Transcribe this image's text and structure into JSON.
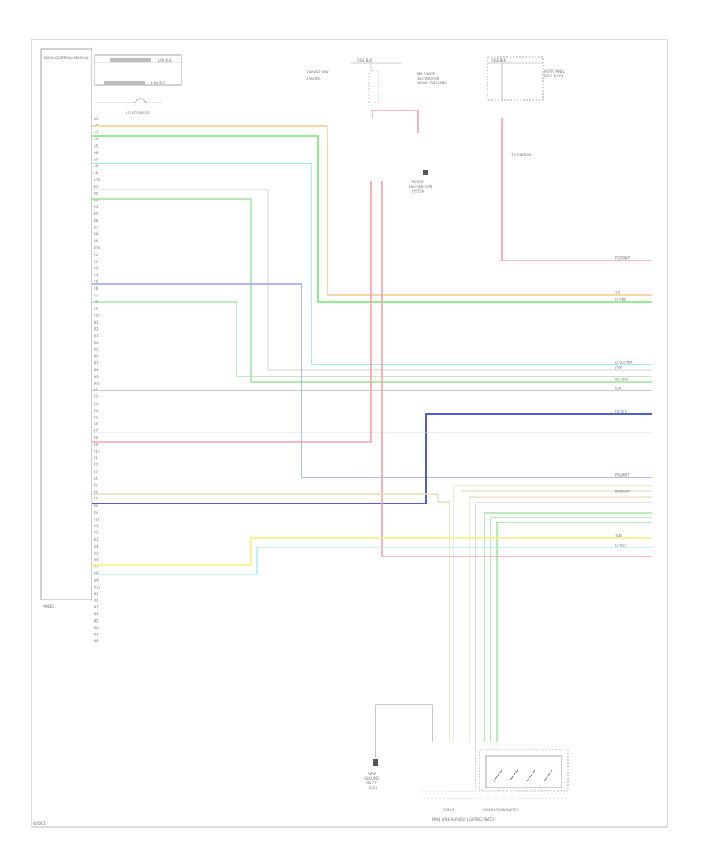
{
  "diagram": {
    "module_name": "BODY CONTROL MODULE",
    "module_footer": "M0002",
    "page_code": "W0001",
    "sensor_label": "LIGHT SENSOR",
    "bus_labels": [
      "LAN BUS",
      "LAN BUS"
    ],
    "legend": [
      "1 POWER LINK",
      "2 SIGNAL"
    ],
    "fuse_block_left": [
      "FUSE BLK",
      "SEE POWER",
      "DISTRIBUTION",
      "WIRING DIAGRAMS"
    ],
    "fuse_block_right": [
      "FUSE BLK",
      "INSTR PANEL",
      "FUSE BLOCK"
    ],
    "ground_top": [
      "POWER",
      "DISTRIBUTION",
      "SYSTEM"
    ],
    "ignition_label": "TO IGNITION",
    "switch_assembly": [
      "CHMSL",
      "COMBINATION SWITCH"
    ],
    "footer_label": "MAIN WIRE HARNESS LIGHTING SWITCH",
    "ground_bottom": [
      "REAR",
      "GROUND",
      "SPLICE",
      "PACK"
    ],
    "module_pins": [
      "A1",
      "A2",
      "A3",
      "A4",
      "A5",
      "A6",
      "A7",
      "A8",
      "A9",
      "A10",
      "B1",
      "B2",
      "B3",
      "B4",
      "B5",
      "B6",
      "B7",
      "B8",
      "B9",
      "B10",
      "C1",
      "C2",
      "C3",
      "C4",
      "C5",
      "C6",
      "C7",
      "C8",
      "C9",
      "C10",
      "D1",
      "D2",
      "D3",
      "D4",
      "D5",
      "D6",
      "D7",
      "D8",
      "D9",
      "D10",
      "E1",
      "E2",
      "E3",
      "E4",
      "E5",
      "E6",
      "E7",
      "E8",
      "E9",
      "E10",
      "F1",
      "F2",
      "F3",
      "F4",
      "F5",
      "F6",
      "F7",
      "F8",
      "F9",
      "F10",
      "G1",
      "G2",
      "G3",
      "G4",
      "G5",
      "G6",
      "G7",
      "G8",
      "G9",
      "G10",
      "H1",
      "H2",
      "H3",
      "H4",
      "H5",
      "H6",
      "H7",
      "H8"
    ],
    "wires": [
      {
        "code": "YEL",
        "color": "#f7c98a"
      },
      {
        "code": "LT GRN",
        "color": "#6fe86f"
      },
      {
        "code": "LT BLU/BLK",
        "color": "#7fe8ec"
      },
      {
        "code": "GRY",
        "color": "#d8d8d8"
      },
      {
        "code": "DK GRN",
        "color": "#98e098"
      },
      {
        "code": "RED/WHT",
        "color": "#f5a0a8"
      },
      {
        "code": "PPL/WHT",
        "color": "#9aa0ec"
      },
      {
        "code": "BLK",
        "color": "#a8a8a8"
      },
      {
        "code": "DK BLU",
        "color": "#4d5fd8"
      },
      {
        "code": "BRN/WHT",
        "color": "#e6dcb8"
      },
      {
        "code": "TAN",
        "color": "#f5f07a"
      },
      {
        "code": "LT BLU",
        "color": "#a8f0f8"
      }
    ],
    "accent_colors": {
      "frame": "#b8b8b8",
      "text": "#777777"
    }
  }
}
